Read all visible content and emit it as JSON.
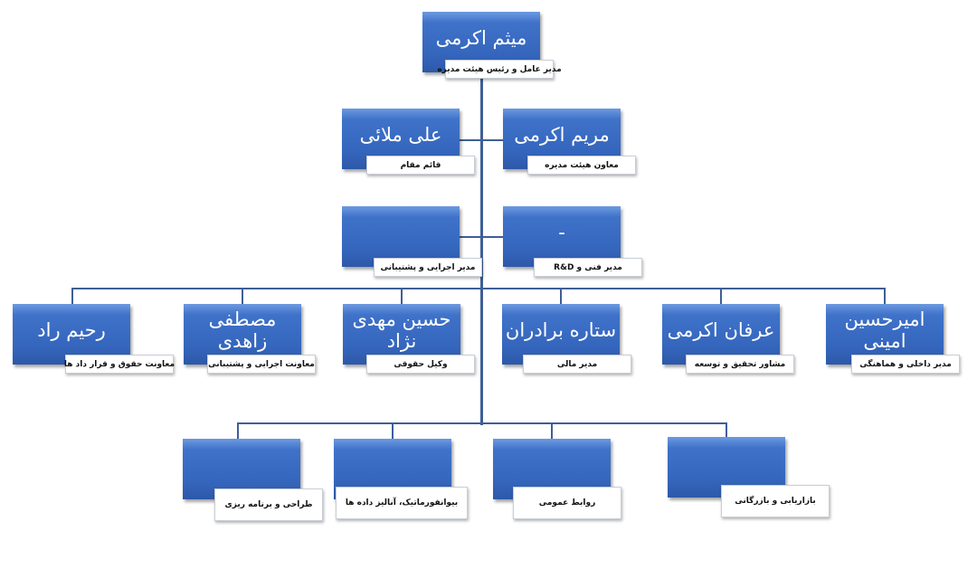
{
  "ceo": {
    "name": "میثم اکرمی",
    "title": "مدیر عامل و رئیس هیئت مدیره"
  },
  "level2": [
    {
      "name": "علی ملائی",
      "title": "قائم مقام"
    },
    {
      "name": "مریم اکرمی",
      "title": "معاون هیئت مدیره"
    }
  ],
  "level3": [
    {
      "name": "",
      "title": "مدیر اجرایی و پشتیبانی"
    },
    {
      "name": "-",
      "title": "مدیر فنی و R&D"
    }
  ],
  "level4": [
    {
      "name": "رحیم راد",
      "title": "معاونت حقوق و قرار داد ها"
    },
    {
      "name": "مصطفی زاهدی",
      "title": "معاونت اجرایی و پشتیبانی"
    },
    {
      "name": "حسین مهدی نژاد",
      "title": "وکیل حقوقی"
    },
    {
      "name": "ستاره برادران",
      "title": "مدیر مالی"
    },
    {
      "name": "عرفان اکرمی",
      "title": "مشاور تحقیق و توسعه"
    },
    {
      "name": "امیرحسین امینی",
      "title": "مدیر داخلی و هماهنگی"
    }
  ],
  "level5": [
    {
      "title": "طراحی و برنامه ریزی"
    },
    {
      "title": "بیوانفورماتیک، آنالیز داده ها"
    },
    {
      "title": "روابط عمومی"
    },
    {
      "title": "بازاریابی و بازرگانی"
    }
  ]
}
